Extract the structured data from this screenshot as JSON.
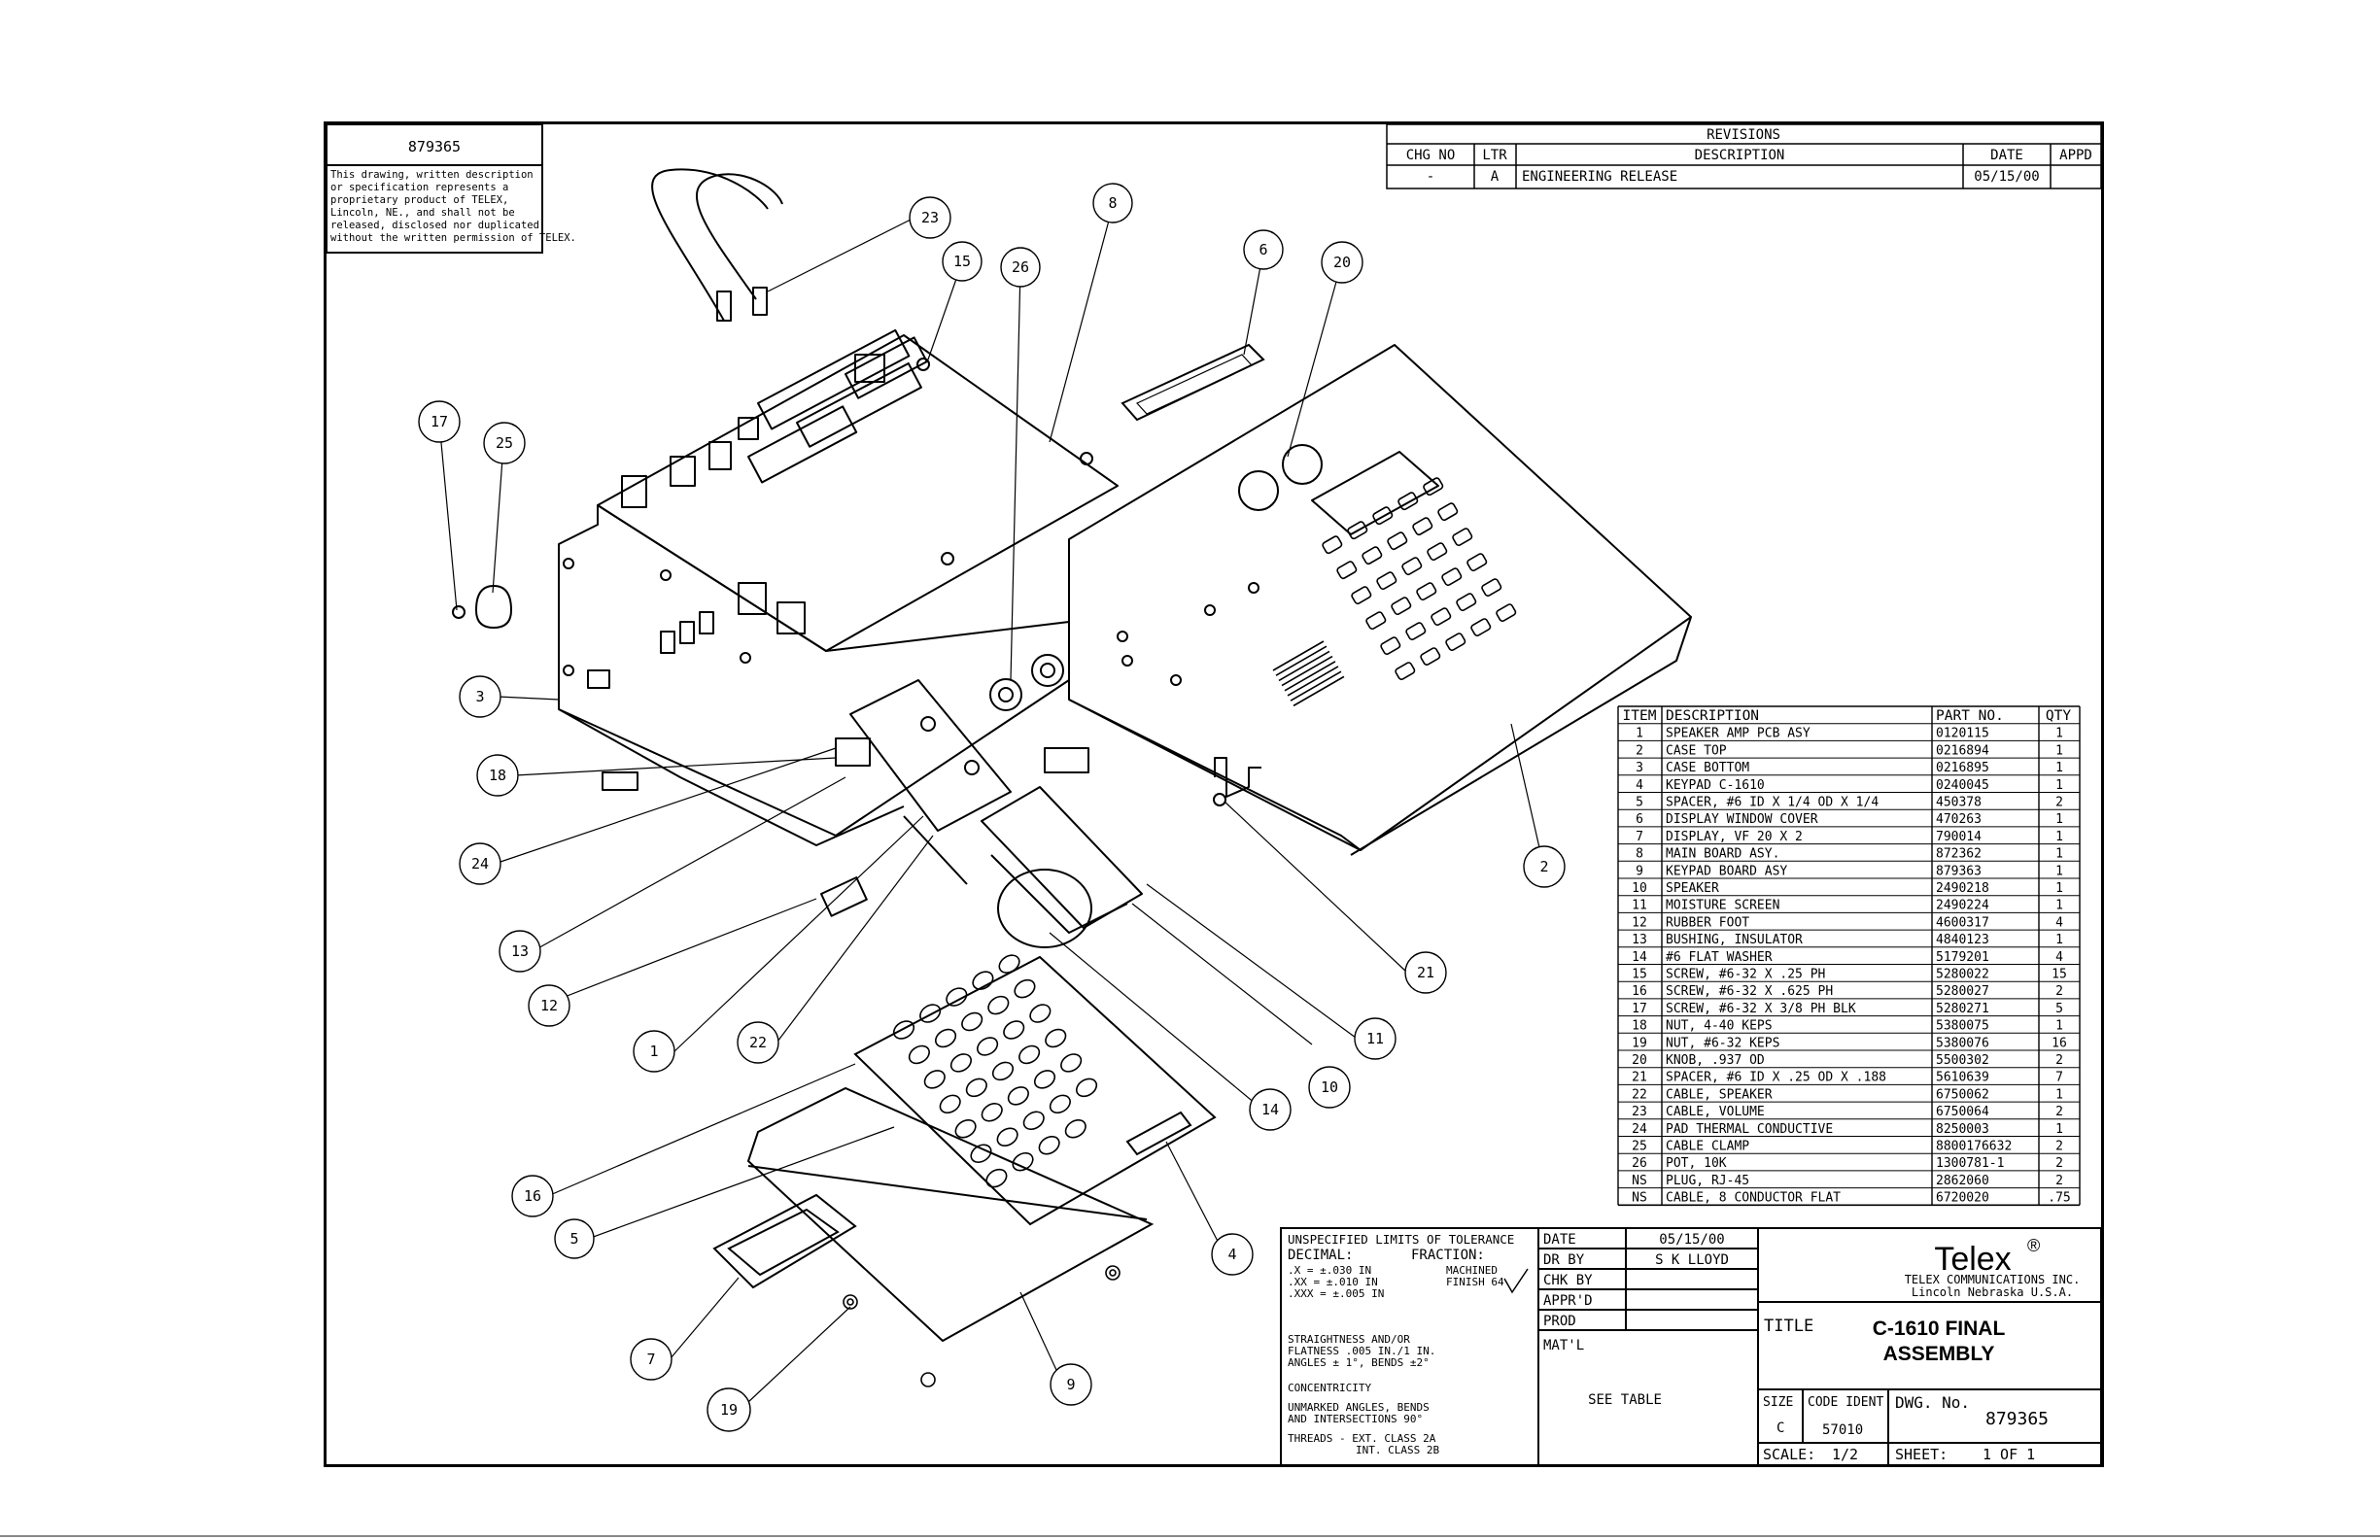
{
  "drawing_number_box": "879365",
  "proprietary_notice": [
    "This drawing, written description",
    "or specification represents a",
    "proprietary product of TELEX,",
    "Lincoln, NE., and shall not be",
    "released, disclosed nor duplicated",
    "without the written permission of TELEX."
  ],
  "revisions": {
    "title": "REVISIONS",
    "headers": [
      "CHG NO",
      "LTR",
      "DESCRIPTION",
      "DATE",
      "APPD"
    ],
    "rows": [
      [
        "-",
        "A",
        "ENGINEERING RELEASE",
        "05/15/00",
        ""
      ]
    ]
  },
  "bom": {
    "headers": [
      "ITEM",
      "DESCRIPTION",
      "PART NO.",
      "QTY"
    ],
    "rows": [
      [
        "1",
        "SPEAKER AMP PCB ASY",
        "0120115",
        "1"
      ],
      [
        "2",
        "CASE TOP",
        "0216894",
        "1"
      ],
      [
        "3",
        "CASE BOTTOM",
        "0216895",
        "1"
      ],
      [
        "4",
        "KEYPAD C-1610",
        "0240045",
        "1"
      ],
      [
        "5",
        "SPACER, #6 ID X 1/4 OD X 1/4",
        "450378",
        "2"
      ],
      [
        "6",
        "DISPLAY WINDOW COVER",
        "470263",
        "1"
      ],
      [
        "7",
        "DISPLAY, VF 20 X 2",
        "790014",
        "1"
      ],
      [
        "8",
        "MAIN BOARD ASY.",
        "872362",
        "1"
      ],
      [
        "9",
        "KEYPAD BOARD ASY",
        "879363",
        "1"
      ],
      [
        "10",
        "SPEAKER",
        "2490218",
        "1"
      ],
      [
        "11",
        "MOISTURE SCREEN",
        "2490224",
        "1"
      ],
      [
        "12",
        "RUBBER FOOT",
        "4600317",
        "4"
      ],
      [
        "13",
        "BUSHING, INSULATOR",
        "4840123",
        "1"
      ],
      [
        "14",
        "#6 FLAT WASHER",
        "5179201",
        "4"
      ],
      [
        "15",
        "SCREW, #6-32 X .25 PH",
        "5280022",
        "15"
      ],
      [
        "16",
        "SCREW, #6-32 X .625 PH",
        "5280027",
        "2"
      ],
      [
        "17",
        "SCREW, #6-32 X 3/8 PH BLK",
        "5280271",
        "5"
      ],
      [
        "18",
        "NUT, 4-40 KEPS",
        "5380075",
        "1"
      ],
      [
        "19",
        "NUT, #6-32 KEPS",
        "5380076",
        "16"
      ],
      [
        "20",
        "KNOB, .937 OD",
        "5500302",
        "2"
      ],
      [
        "21",
        "SPACER, #6 ID X .25 OD X .188",
        "5610639",
        "7"
      ],
      [
        "22",
        "CABLE, SPEAKER",
        "6750062",
        "1"
      ],
      [
        "23",
        "CABLE, VOLUME",
        "6750064",
        "2"
      ],
      [
        "24",
        "PAD THERMAL CONDUCTIVE",
        "8250003",
        "1"
      ],
      [
        "25",
        "CABLE CLAMP",
        "8800176632",
        "2"
      ],
      [
        "26",
        "POT, 10K",
        "1300781-1",
        "2"
      ],
      [
        "NS",
        "PLUG, RJ-45",
        "2862060",
        "2"
      ],
      [
        "NS",
        "CABLE, 8 CONDUCTOR FLAT",
        "6720020",
        ".75"
      ]
    ]
  },
  "tolerance": {
    "title": "UNSPECIFIED LIMITS OF TOLERANCE",
    "decimal_label": "DECIMAL:",
    "fraction_label": "FRACTION:",
    "lines": [
      ".X  = ±.030 IN",
      ".XX  = ±.010 IN",
      ".XXX = ±.005 IN"
    ],
    "machined": "MACHINED",
    "finish": "FINISH 64",
    "straightness": [
      "STRAIGHTNESS AND/OR",
      "FLATNESS .005 IN./1 IN.",
      "ANGLES ± 1°, BENDS ±2°"
    ],
    "concentricity": "CONCENTRICITY",
    "unmarked": [
      "UNMARKED ANGLES, BENDS",
      "AND INTERSECTIONS 90°"
    ],
    "threads": [
      "THREADS - EXT. CLASS 2A",
      "INT. CLASS 2B"
    ]
  },
  "signoff": [
    [
      "DATE",
      "05/15/00"
    ],
    [
      "DR BY",
      "S K LLOYD"
    ],
    [
      "CHK BY",
      ""
    ],
    [
      "APPR'D",
      ""
    ],
    [
      "PROD",
      ""
    ]
  ],
  "material": {
    "label": "MAT'L",
    "value": "SEE TABLE"
  },
  "company": {
    "logo": "Telex",
    "reg": "®",
    "name": "TELEX COMMUNICATIONS INC.",
    "city": "Lincoln Nebraska U.S.A."
  },
  "title_block": {
    "label": "TITLE",
    "line1": "C-1610 FINAL",
    "line2": "ASSEMBLY"
  },
  "size": {
    "label": "SIZE",
    "value": "C"
  },
  "code_ident": {
    "label": "CODE IDENT",
    "value": "57010"
  },
  "dwg_no": {
    "label": "DWG. No.",
    "value": "879365"
  },
  "scale": {
    "label": "SCALE:",
    "value": "1/2"
  },
  "sheet": {
    "label": "SHEET:",
    "value": "1 OF 1"
  },
  "balloons": [
    "23",
    "15",
    "26",
    "8",
    "6",
    "20",
    "17",
    "25",
    "3",
    "18",
    "24",
    "13",
    "12",
    "1",
    "22",
    "16",
    "5",
    "7",
    "19",
    "9",
    "4",
    "14",
    "10",
    "11",
    "21",
    "2"
  ]
}
